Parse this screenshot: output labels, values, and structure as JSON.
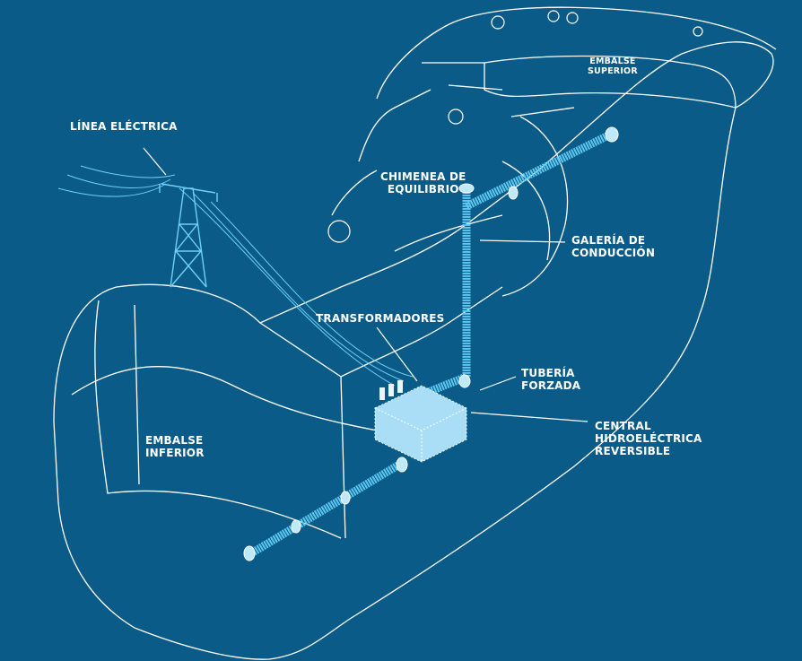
{
  "labels": {
    "linea": "LÍNEA ELÉCTRICA",
    "embalse_superior": [
      "EMBALSE",
      "SUPERIOR"
    ],
    "chimenea": [
      "CHIMENEA DE",
      "EQUILIBRIO"
    ],
    "galeria": [
      "GALERÍA DE",
      "CONDUCCIÓN"
    ],
    "transformadores": "TRANSFORMADORES",
    "tuberia": [
      "TUBERÍA",
      "FORZADA"
    ],
    "central": [
      "CENTRAL",
      "HIDROELÉCTRICA",
      "REVERSIBLE"
    ],
    "embalse_inferior": [
      "EMBALSE",
      "INFERIOR"
    ]
  },
  "colors": {
    "background": "#0b5b88",
    "pipe": "#5cc8f0",
    "building": "#a9def6",
    "line": "#ffffff"
  }
}
